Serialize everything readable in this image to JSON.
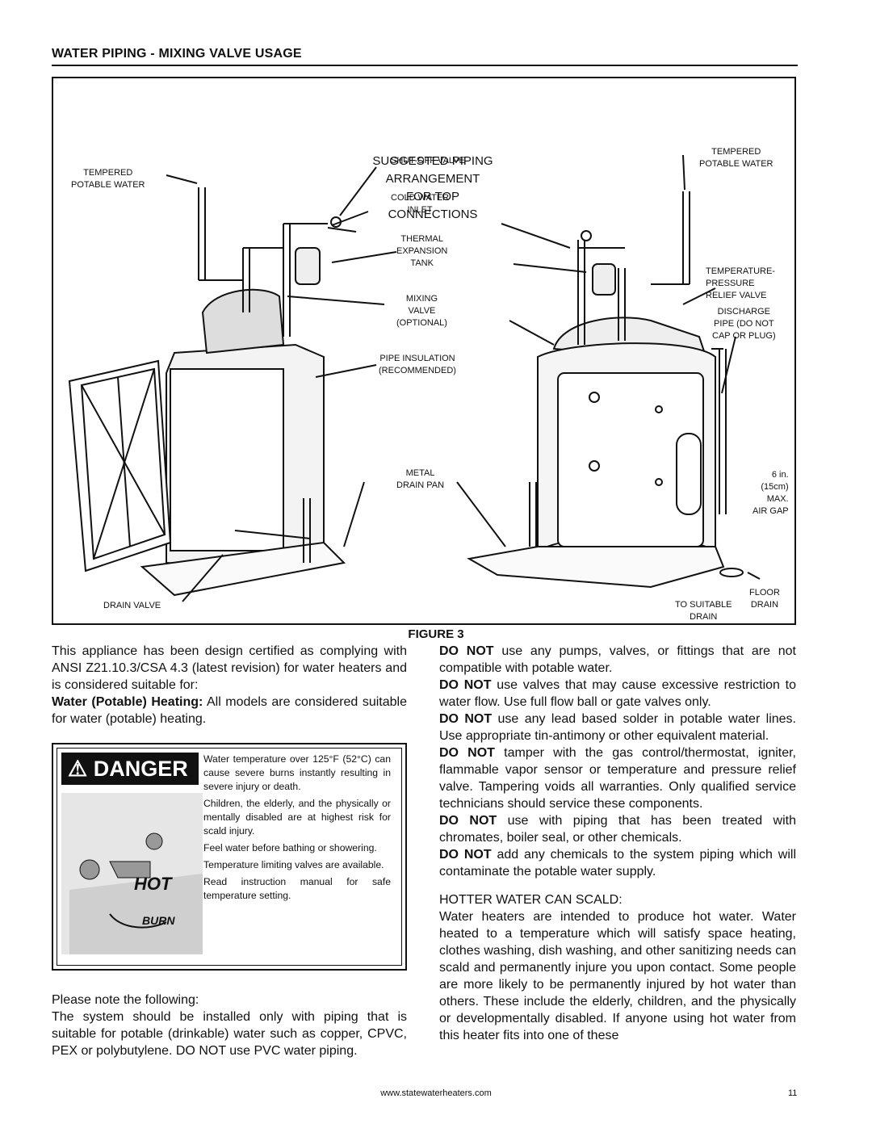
{
  "header": {
    "title": "WATER PIPING - MIXING VALVE USAGE"
  },
  "figure": {
    "title_lines": [
      "SUGGESTED PIPING",
      "ARRANGEMENT",
      "FOR TOP",
      "CONNECTIONS"
    ],
    "labels": {
      "tempered_left": "TEMPERED\nPOTABLE WATER",
      "shutoff": "SHUT-OFF VALVE",
      "cold_water": "COLD WATER\nINLET",
      "thermal": "THERMAL\nEXPANSION\nTANK",
      "mixing": "MIXING\nVALVE\n(OPTIONAL)",
      "pipe_insulation": "PIPE INSULATION\n(RECOMMENDED)",
      "metal_pan": "METAL\nDRAIN PAN",
      "drain_valve": "DRAIN VALVE",
      "tempered_right": "TEMPERED\nPOTABLE WATER",
      "tp_valve": "TEMPERATURE-\nPRESSURE\nRELIEF VALVE",
      "discharge": "DISCHARGE\nPIPE (DO NOT\nCAP OR PLUG)",
      "air_gap": "6 in.\n(15cm)\nMAX.\nAIR GAP",
      "floor_drain": "FLOOR\nDRAIN",
      "to_suitable": "TO SUITABLE\nDRAIN"
    },
    "caption": "FIGURE 3"
  },
  "left": {
    "p1": "This appliance has been design certified as complying with ANSI Z21.10.3/CSA 4.3 (latest revision) for water heaters and is considered suitable for:",
    "p2_bold": "Water (Potable) Heating:",
    "p2_rest": " All models are considered suitable for water (potable) heating.",
    "p3": "Please note the following:",
    "p4": "The system should be installed only with piping that is suitable for potable (drinkable) water such as copper, CPVC, PEX or polybutylene. DO NOT use PVC water piping."
  },
  "danger": {
    "badge": "DANGER",
    "hot": "HOT",
    "burn": "BURN",
    "lines": [
      "Water temperature over 125°F (52°C) can cause severe burns instantly resulting in severe injury or death.",
      "Children, the elderly, and the physically or mentally disabled are at highest risk for scald injury.",
      "Feel water before bathing or showering.",
      "Temperature limiting valves are available.",
      "Read instruction manual for safe temperature setting."
    ]
  },
  "right": {
    "items": [
      {
        "b": "DO NOT",
        "t": " use any pumps, valves, or fittings that are not compatible with potable water."
      },
      {
        "b": "DO NOT",
        "t": " use valves that may cause excessive restriction to water flow. Use full flow ball or gate valves only."
      },
      {
        "b": "DO NOT",
        "t": " use any lead based solder in potable water lines. Use appropriate tin-antimony or other equivalent material."
      },
      {
        "b": "DO NOT",
        "t": " tamper with the gas control/thermostat, igniter, flammable vapor sensor or temperature and pressure relief valve. Tampering voids all warranties. Only qualified service technicians should service these components."
      },
      {
        "b": "DO NOT",
        "t": " use with piping that has been treated with chromates, boiler seal, or other chemicals."
      },
      {
        "b": "DO NOT",
        "t": " add any chemicals to the system piping which will contaminate the potable water supply."
      }
    ],
    "hotter_title": "HOTTER WATER CAN SCALD:",
    "hotter_text": "Water heaters are intended to produce hot water. Water heated to a temperature which will satisfy space heating, clothes washing, dish washing, and other sanitizing needs can scald and permanently injure you upon contact. Some people are more likely to be permanently injured by hot water than others. These include the elderly, children, and the physically or developmentally disabled. If anyone using hot water from this heater fits into one of these"
  },
  "footer": {
    "url": "www.statewaterheaters.com",
    "page": "11"
  }
}
